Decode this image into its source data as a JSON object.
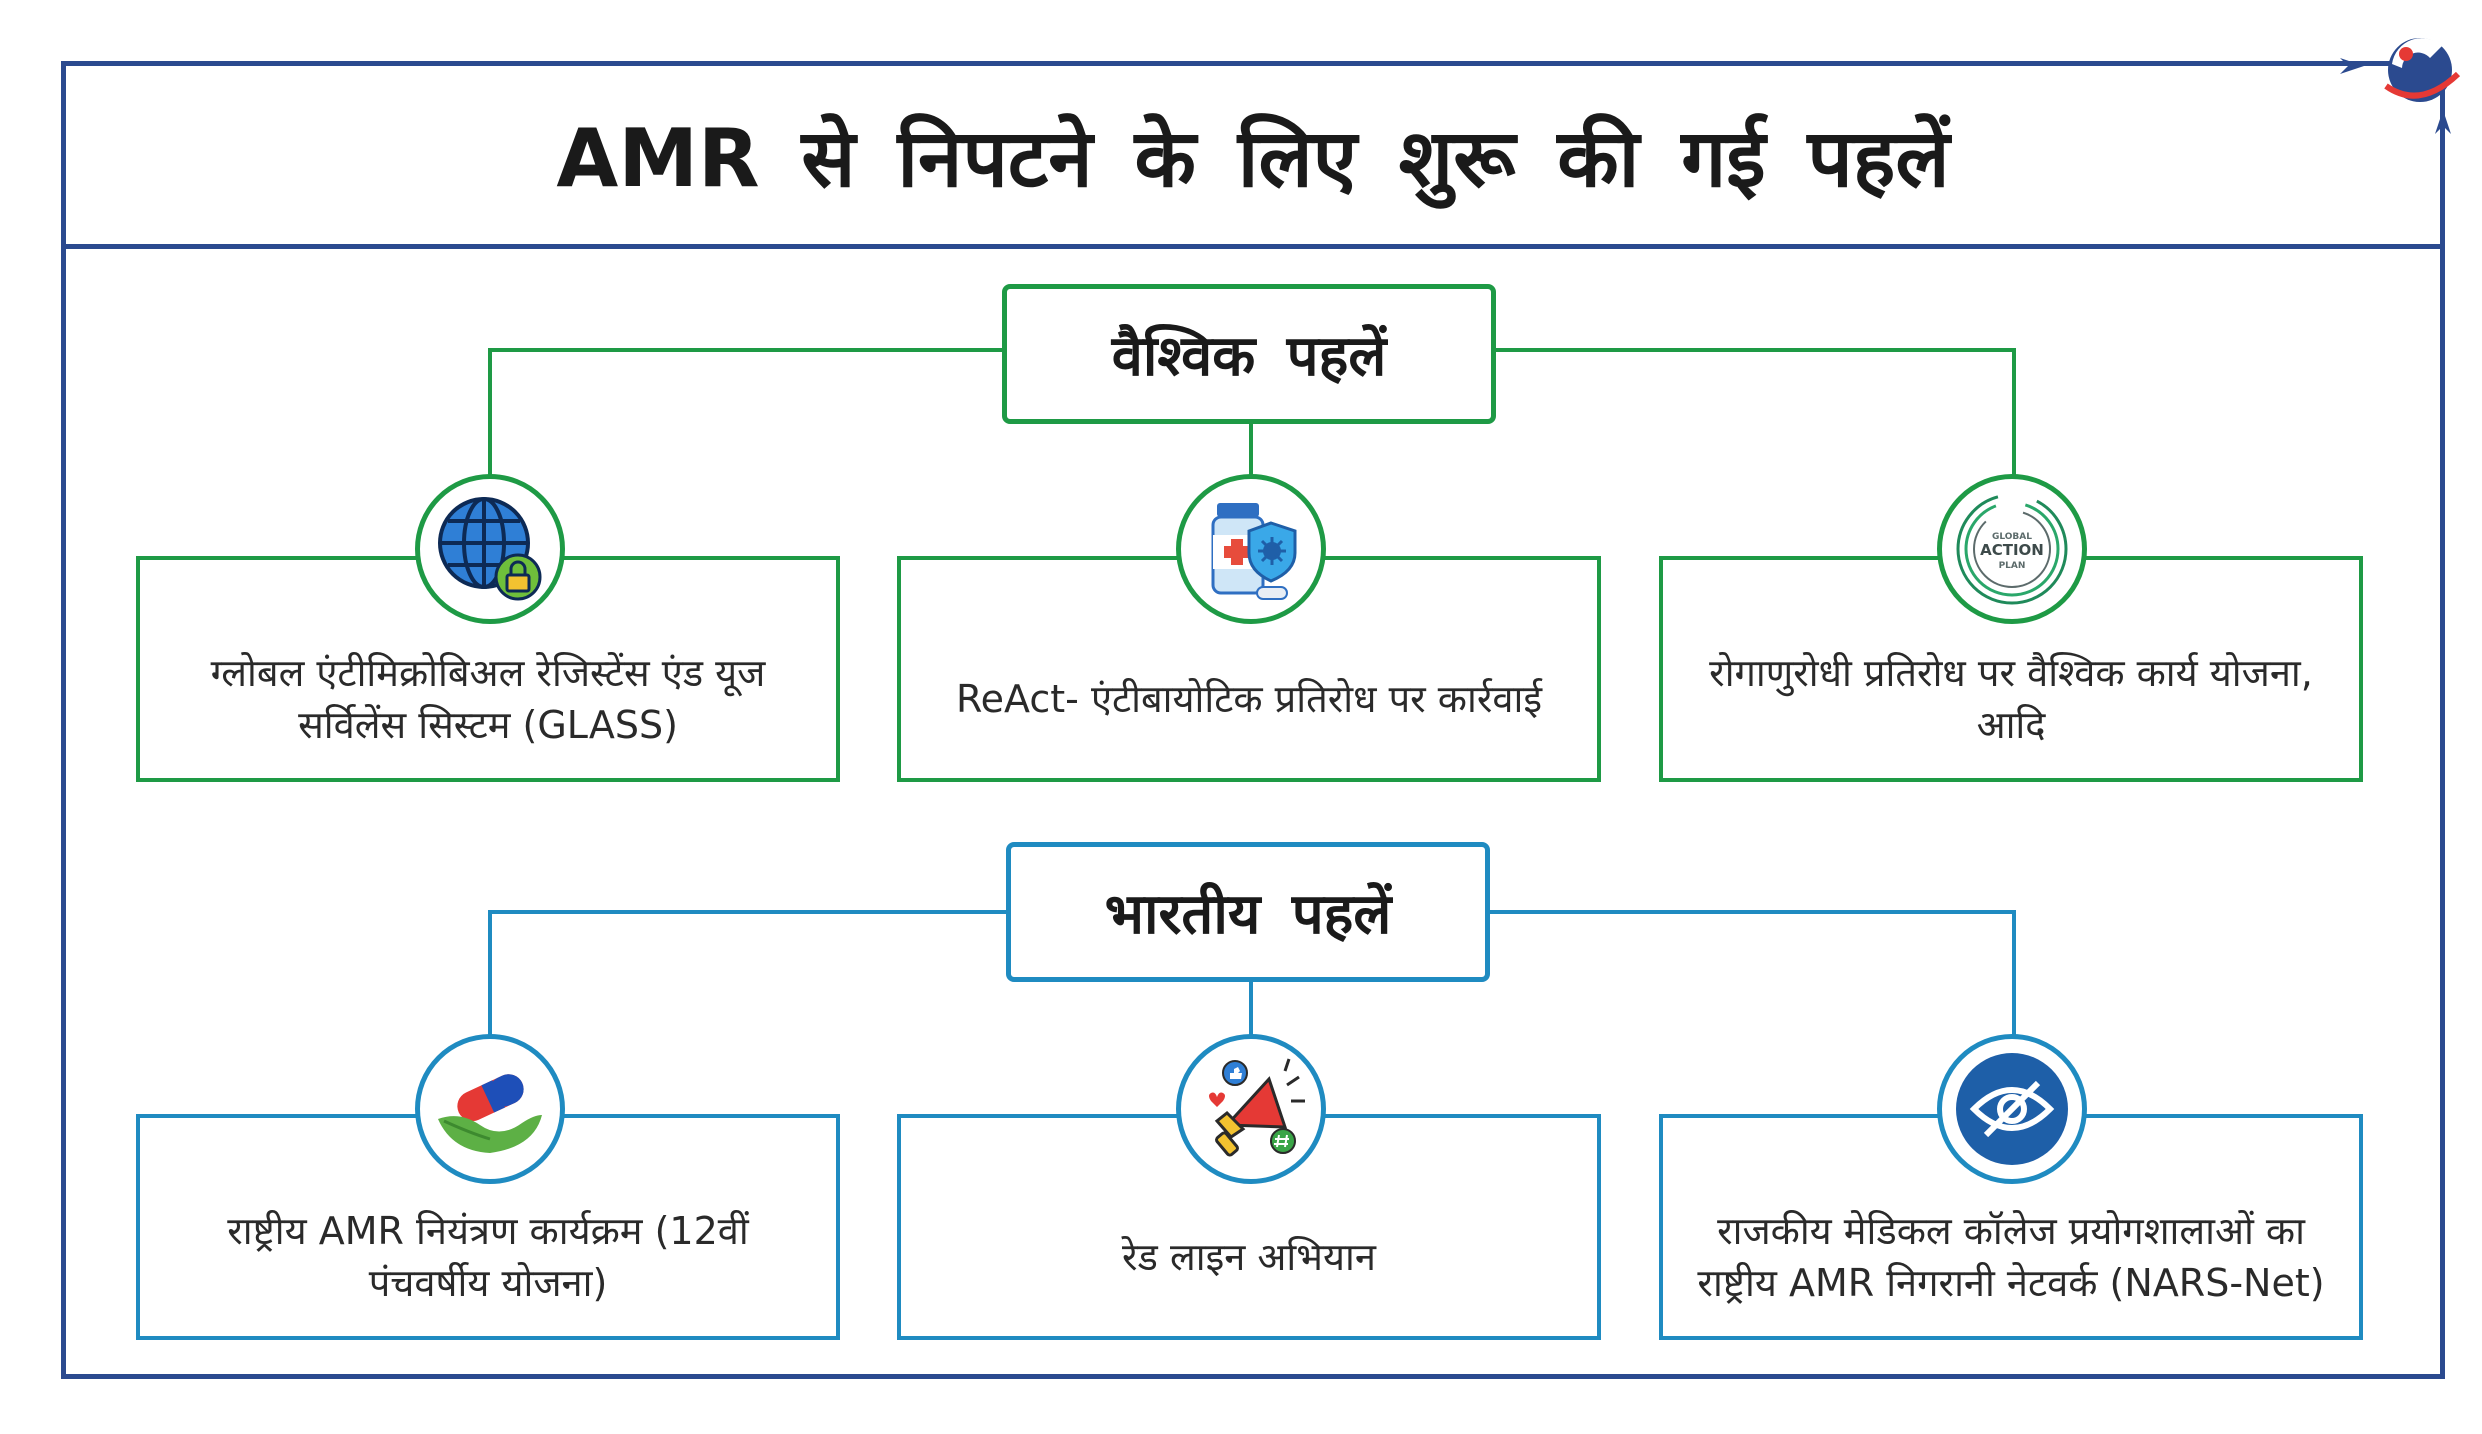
{
  "title": "AMR से निपटने के लिए शुरू की गई पहलें",
  "global": {
    "label": "वैश्विक पहलें",
    "items": [
      {
        "text": "ग्लोबल एंटीमिक्रोबिअल रेजिस्टेंस एंड यूज सर्विलेंस सिस्टम (GLASS)",
        "icon": "globe-lock-icon"
      },
      {
        "text": "ReAct- एंटीबायोटिक प्रतिरोध पर कार्रवाई",
        "icon": "medicine-bottle-icon"
      },
      {
        "text": "रोगाणुरोधी प्रतिरोध पर वैश्विक कार्य योजना, आदि",
        "icon": "global-action-plan-logo"
      }
    ],
    "logo_text": {
      "line1": "GLOBAL",
      "line2": "ACTION",
      "line3": "PLAN"
    }
  },
  "india": {
    "label": "भारतीय पहलें",
    "items": [
      {
        "text": "राष्ट्रीय AMR नियंत्रण कार्यक्रम (12वीं पंचवर्षीय योजना)",
        "icon": "capsule-hand-icon"
      },
      {
        "text": "रेड लाइन अभियान",
        "icon": "megaphone-icon"
      },
      {
        "text": "राजकीय मेडिकल कॉलेज प्रयोगशालाओं का राष्ट्रीय AMR निगरानी नेटवर्क (NARS-Net)",
        "icon": "eye-surveillance-icon"
      }
    ]
  },
  "colors": {
    "frame": "#2b4a8f",
    "global": "#1e9a45",
    "india": "#1f8bc1"
  }
}
